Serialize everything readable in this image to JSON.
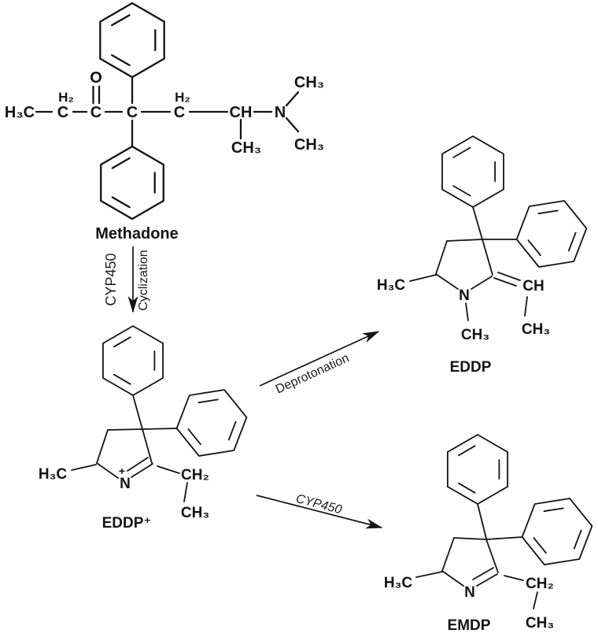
{
  "colors": {
    "ink": "#141414",
    "background": "#ffffff"
  },
  "methadone": {
    "label": "Methadone",
    "atoms": {
      "h3c": "H₃C",
      "c1": "C",
      "h2_a": "H₂",
      "c_carbonyl": "C",
      "o": "O",
      "c_quat": "C",
      "c4": "C",
      "h2_b": "H₂",
      "ch": "CH",
      "ch_methyl": "CH₃",
      "n": "N",
      "n_methyl_top": "CH₃",
      "n_methyl_bottom": "CH₃"
    }
  },
  "cyclization_arrow": {
    "enzyme": "CYP450",
    "process": "Cyclization"
  },
  "eddp_plus": {
    "label": "EDDP⁺",
    "atoms": {
      "h3c": "H₃C",
      "charge": "+",
      "n": "N",
      "ch2": "CH₂",
      "ch3": "CH₃"
    }
  },
  "deprotonation_arrow": {
    "label": "Deprotonation"
  },
  "cyp450_arrow": {
    "label": "CYP450"
  },
  "eddp": {
    "label": "EDDP",
    "atoms": {
      "h3c": "H₃C",
      "n": "N",
      "n_methyl": "CH₃",
      "ch": "CH",
      "ch3": "CH₃"
    }
  },
  "emdp": {
    "label": "EMDP",
    "atoms": {
      "h3c": "H₃C",
      "n": "N",
      "ch2": "CH₂",
      "ch3": "CH₃"
    }
  }
}
